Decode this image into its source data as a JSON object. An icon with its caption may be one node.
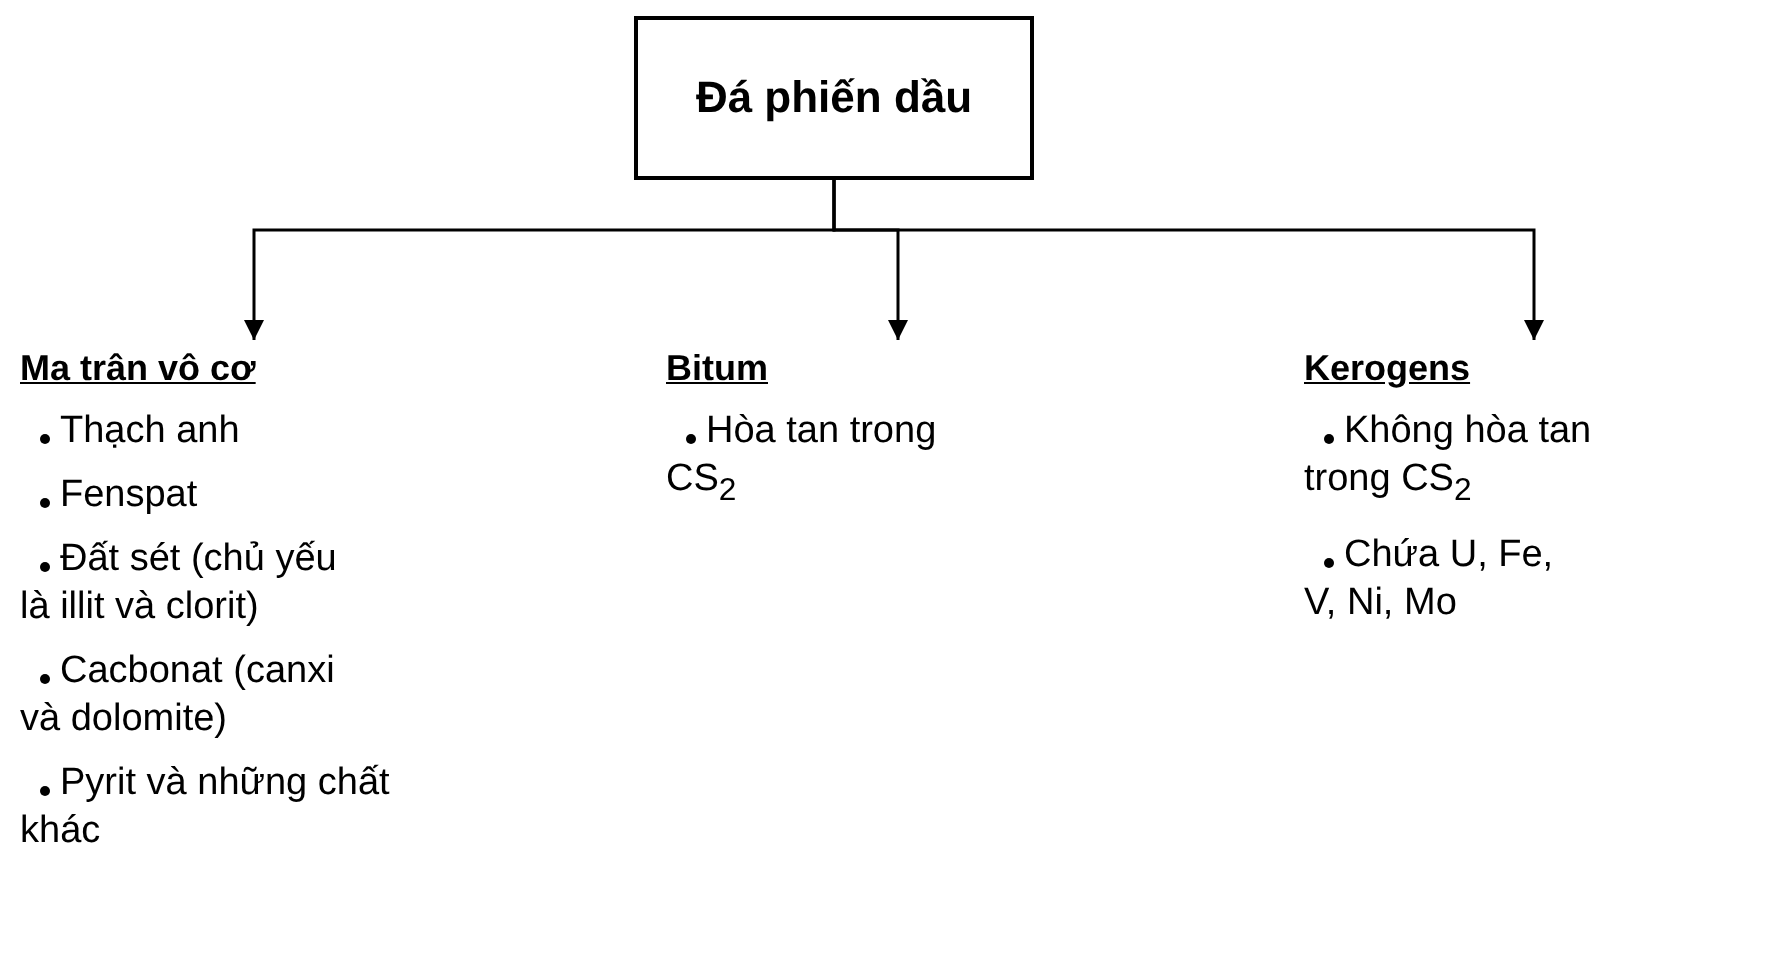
{
  "diagram": {
    "nodes": [
      {
        "text": [
          "Đá phiến dầu"
        ]
      },
      {
        "text": [
          "Ma trân vô cơ",
          "Thạch anh",
          "Fenspat",
          "Đất sét (chủ yếu là illit và clorit)",
          "Cacbonat (canxi và dolomite)",
          "Pyrit và những chất khác"
        ]
      },
      {
        "text": [
          "Bitum",
          "Hòa tan trong CS$_{2}$"
        ]
      },
      {
        "text": [
          "Kerogens",
          "Không hòa tan trong CS$_{2}$",
          "Chứa U, Fe, V, Ni, Mo"
        ]
      }
    ],
    "edges": [
      {
        "from": 0,
        "to": 1,
        "arrow": "to"
      },
      {
        "from": 0,
        "to": 2,
        "arrow": "to"
      },
      {
        "from": 0,
        "to": 3,
        "arrow": "to"
      }
    ]
  }
}
